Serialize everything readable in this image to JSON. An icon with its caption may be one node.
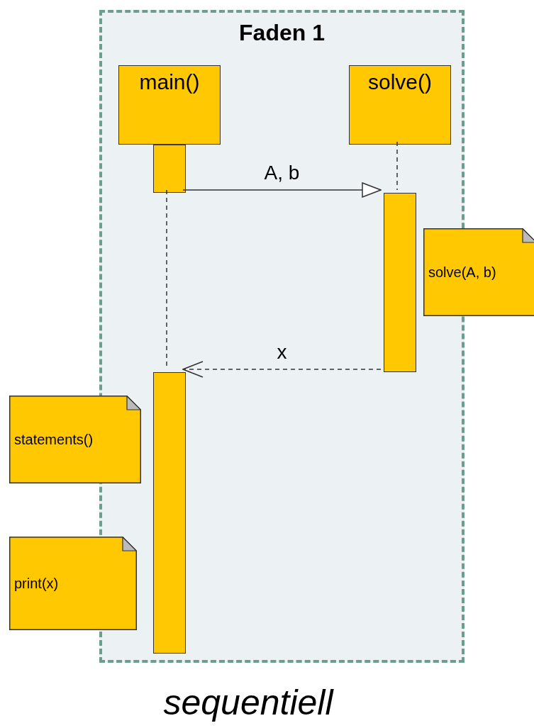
{
  "diagram": {
    "caption": "sequentiell",
    "nodes": [
      {
        "text": [
          "Faden 1"
        ]
      },
      {
        "text": [
          "main()"
        ],
        "in": 0
      },
      {
        "text": [
          "solve()"
        ],
        "in": 0
      },
      {
        "text": [],
        "shape": "bar",
        "in": 0
      },
      {
        "text": [],
        "shape": "bar",
        "in": 0
      },
      {
        "text": [],
        "shape": "bar",
        "in": 0
      },
      {
        "text": [
          "solve(A, b)"
        ]
      },
      {
        "text": [
          "statements()"
        ]
      },
      {
        "text": [
          "print(x)"
        ]
      }
    ],
    "edges": [
      {
        "from": 2,
        "to": 4,
        "arrow": "none",
        "style": "dashed"
      },
      {
        "from": 3,
        "to": 4,
        "arrow": "to",
        "label": "A, b"
      },
      {
        "from": 4,
        "to": 5,
        "arrow": "to",
        "label": "x",
        "style": "dashed"
      },
      {
        "from": 3,
        "to": 5,
        "arrow": "none",
        "style": "dashed"
      }
    ]
  }
}
